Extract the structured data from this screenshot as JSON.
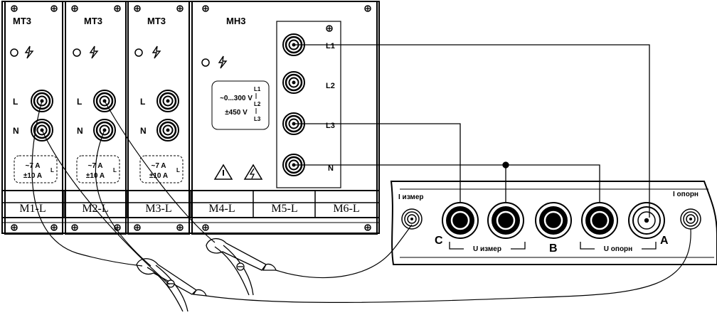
{
  "modules": {
    "mt1": {
      "title": "MT3",
      "l": "L",
      "n": "N",
      "rating1": "~7 A",
      "rating2": "±10 A",
      "rating_l": "L"
    },
    "mt2": {
      "title": "MT3",
      "l": "L",
      "n": "N",
      "rating1": "~7 A",
      "rating2": "±10 A",
      "rating_l": "L"
    },
    "mt3": {
      "title": "MT3",
      "l": "L",
      "n": "N",
      "rating1": "~7 A",
      "rating2": "±10 A",
      "rating_l": "L"
    },
    "mh3": {
      "title": "MH3",
      "voltage1": "~0...300 V",
      "voltage2": "±450 V",
      "phase_tags": [
        "L1",
        "L2",
        "L3"
      ],
      "terminals": [
        "L1",
        "L2",
        "L3",
        "N"
      ]
    }
  },
  "slots": [
    "M1-L",
    "M2-L",
    "M3-L",
    "M4-L",
    "M5-L",
    "M6-L"
  ],
  "device": {
    "i_meas": "I измер",
    "i_ref": "I опорн",
    "c": "C",
    "b": "B",
    "a": "A",
    "u_meas": "U измер",
    "u_ref": "U опорн"
  }
}
